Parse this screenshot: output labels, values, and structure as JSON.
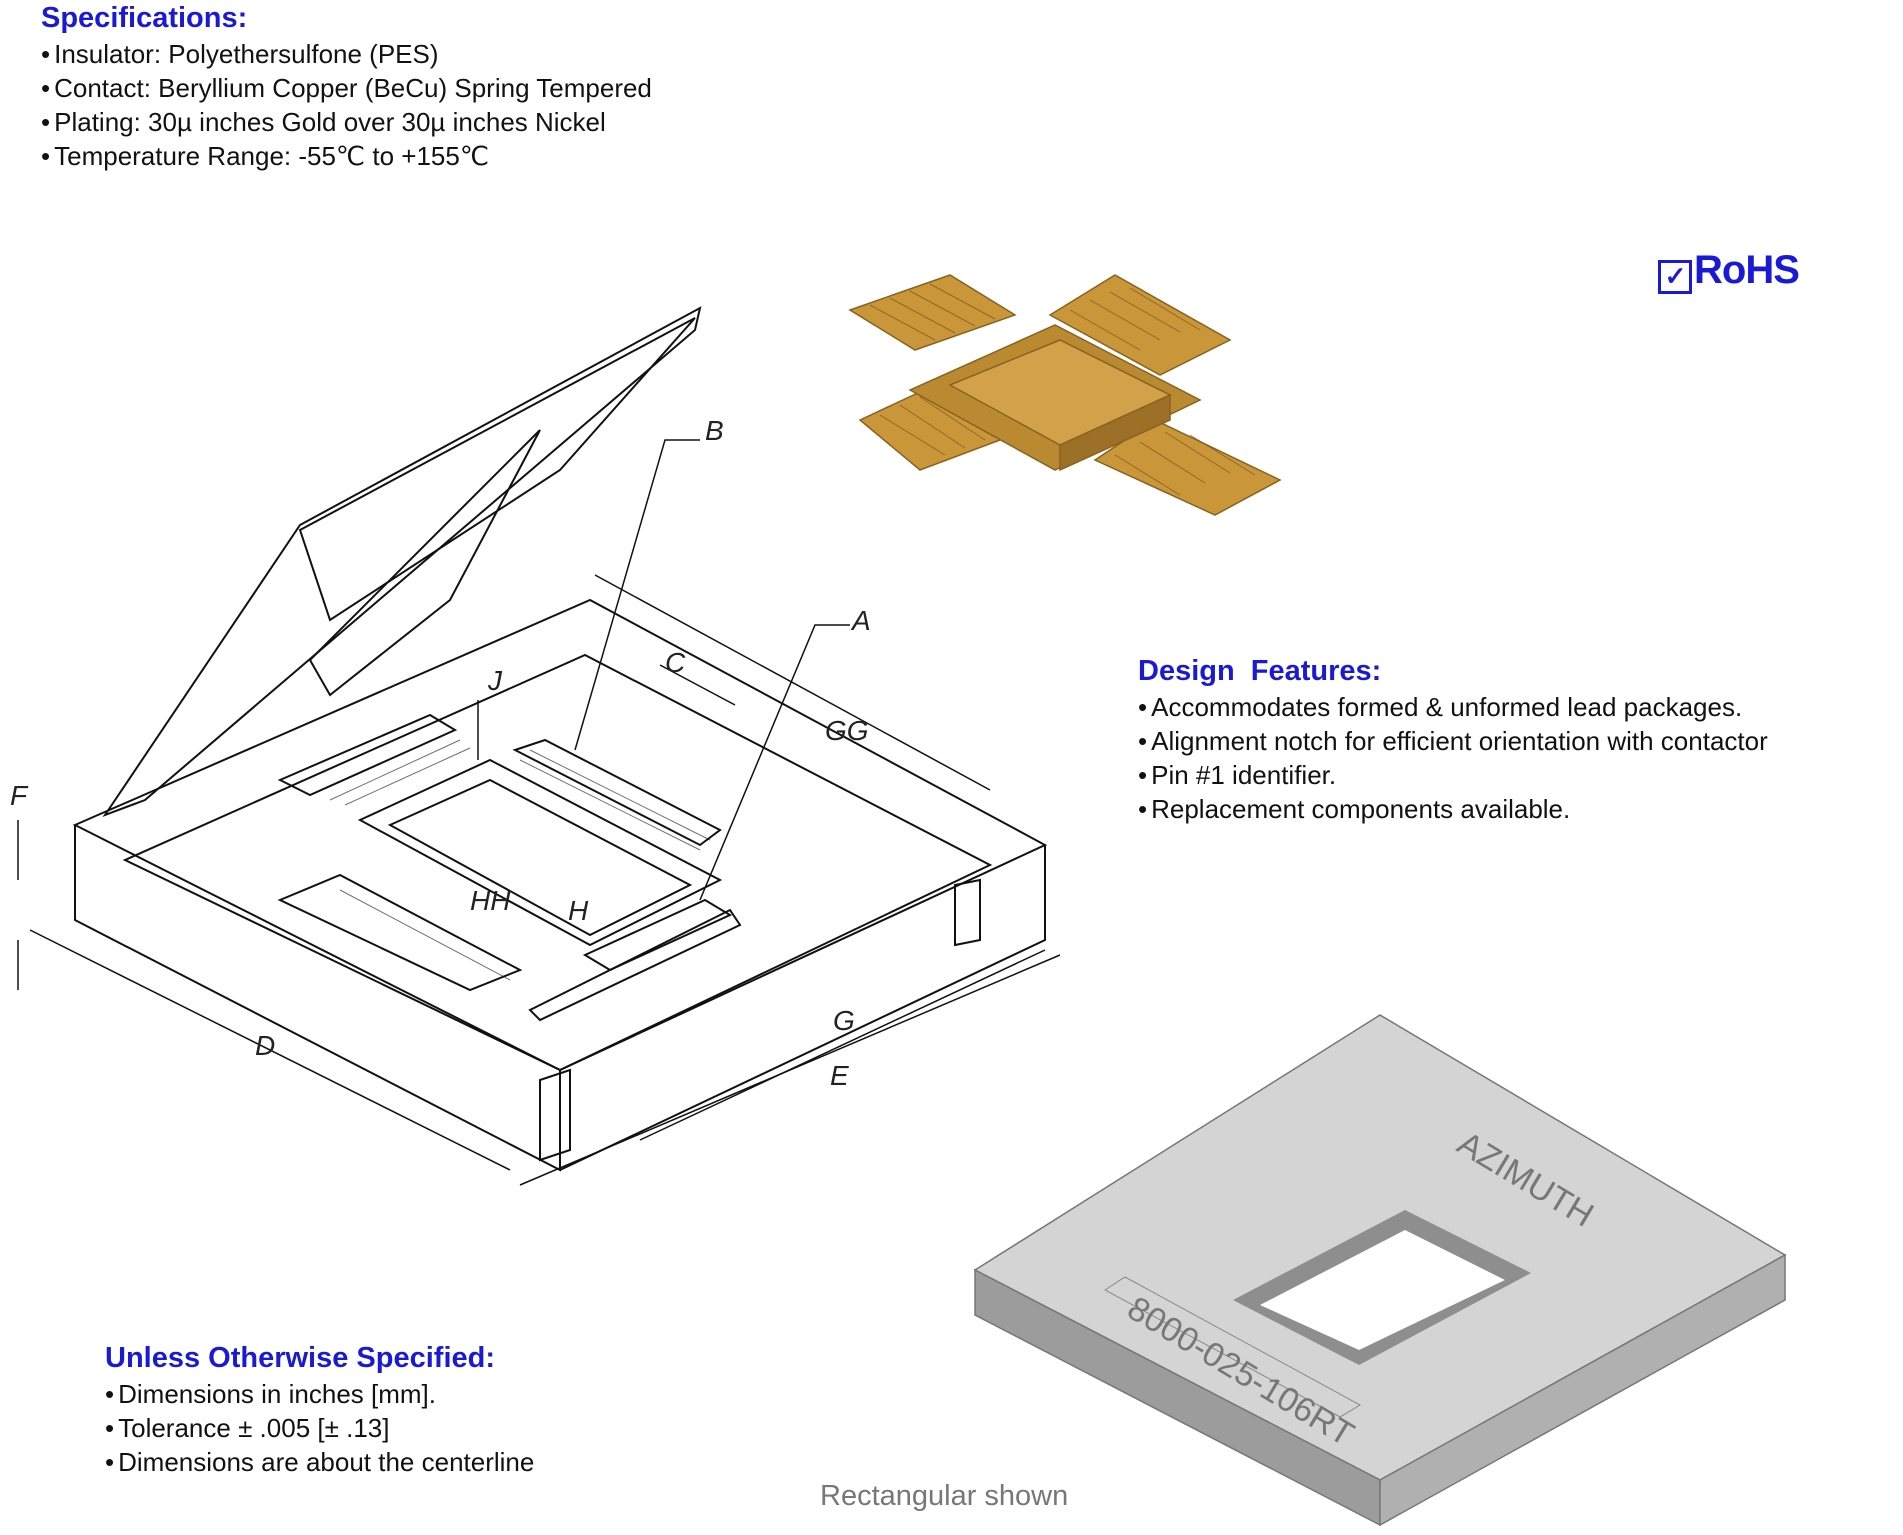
{
  "specifications": {
    "heading": "Specifications:",
    "items": [
      "Insulator: Polyethersulfone (PES)",
      "Contact: Beryllium Copper (BeCu) Spring Tempered",
      "Plating: 30µ inches Gold over 30µ inches Nickel",
      "Temperature Range: -55℃ to +155℃"
    ]
  },
  "rohs": {
    "check": "✓",
    "label": "RoHS"
  },
  "design_features": {
    "heading": "Design  Features:",
    "items": [
      "Accommodates formed & unformed lead packages.",
      "Alignment notch for efficient orientation with contactor",
      "Pin #1 identifier.",
      "Replacement components available."
    ]
  },
  "unless_specified": {
    "heading": "Unless Otherwise Specified:",
    "items": [
      "Dimensions in inches [mm].",
      "Tolerance ± .005 [± .13]",
      "Dimensions are about the centerline"
    ]
  },
  "drawing_labels": {
    "a": "A",
    "b": "B",
    "c": "C",
    "d": "D",
    "e": "E",
    "f": "F",
    "g": "G",
    "gg": "GG",
    "h": "H",
    "hh": "HH",
    "j": "J"
  },
  "render_labels": {
    "brand": "AZIMUTH",
    "part_number": "8000-025-106RT"
  },
  "caption": "Rectangular shown",
  "colors": {
    "heading": "#1a1ad6",
    "package": "#c9973a",
    "render": "#c8c8c8"
  }
}
